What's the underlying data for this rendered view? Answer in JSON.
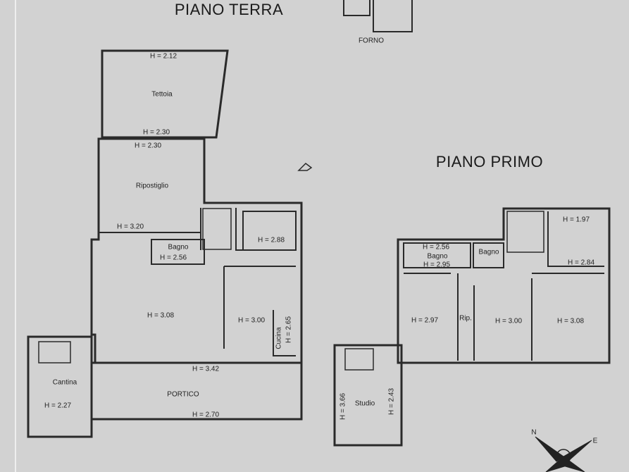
{
  "titles": {
    "ground_floor": "PIANO TERRA",
    "first_floor": "PIANO PRIMO"
  },
  "ground_floor": {
    "forno": "FORNO",
    "tettoia": "Tettoia",
    "tettoia_h_top": "H = 2.12",
    "tettoia_h_bottom": "H = 2.30",
    "ripostiglio": "Ripostiglio",
    "ripostiglio_h": "H = 2.30",
    "room_h_320": "H = 3.20",
    "bagno": "Bagno",
    "bagno_h": "H = 2.56",
    "room_h_288": "H = 2.88",
    "living_h": "H = 3.08",
    "room_h_300": "H = 3.00",
    "cucina": "Cucina",
    "cucina_h": "H = 2.65",
    "cantina": "Cantina",
    "cantina_h": "H = 2.27",
    "portico": "PORTICO",
    "portico_h_top": "H = 3.42",
    "portico_h_bottom": "H = 2.70"
  },
  "first_floor": {
    "stair_h": "H = 1.97",
    "bagno1": "Bagno",
    "bagno1_h_top": "H = 2.56",
    "bagno1_h_bottom": "H = 2.95",
    "bagno2": "Bagno",
    "hall_h": "H = 2.84",
    "room1_h": "H = 2.97",
    "rip": "Rip.",
    "room2_h": "H = 3.00",
    "room3_h": "H = 3.08",
    "studio": "Studio",
    "studio_h1": "H = 3.66",
    "studio_h2": "H = 2.43"
  },
  "compass": {
    "north": "N",
    "east": "E"
  }
}
